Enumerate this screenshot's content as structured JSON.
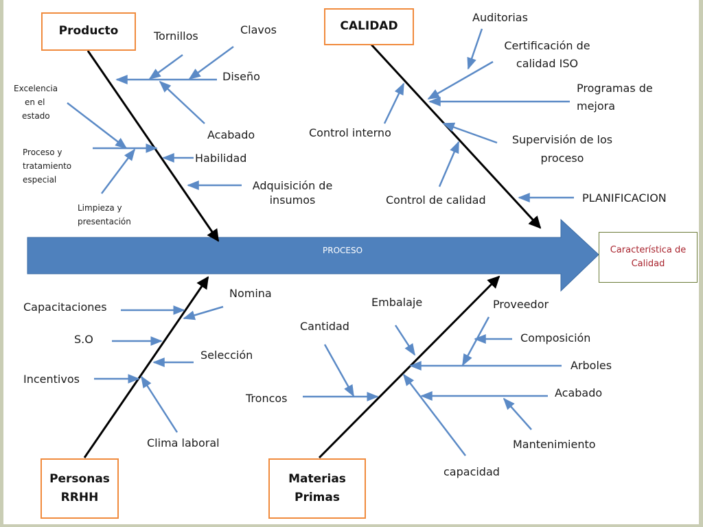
{
  "spine_label": "PROCESO",
  "effect": [
    "Característica de",
    "Calidad"
  ],
  "categories": {
    "producto": [
      "Producto"
    ],
    "calidad": [
      "CALIDAD"
    ],
    "personas": [
      "Personas",
      "RRHH"
    ],
    "materias": [
      "Materias",
      "Primas"
    ]
  },
  "causes": {
    "tornillos": [
      "Tornillos"
    ],
    "clavos": [
      "Clavos"
    ],
    "diseno": [
      "Diseño"
    ],
    "acabado_producto": [
      "Acabado"
    ],
    "habilidad": [
      "Habilidad"
    ],
    "adquisicion": [
      "Adquisición de",
      "insumos"
    ],
    "excelencia": [
      "Excelencia",
      "en el",
      "estado"
    ],
    "proceso_tratamiento": [
      "Proceso y",
      "tratamiento",
      "especial"
    ],
    "limpieza": [
      "Limpieza y",
      "presentación"
    ],
    "auditorias": [
      "Auditorias"
    ],
    "certificacion": [
      "Certificación de",
      "calidad ISO"
    ],
    "programas": [
      "Programas de",
      "mejora"
    ],
    "control_interno": [
      "Control interno"
    ],
    "supervision": [
      "Supervisión de los",
      "proceso"
    ],
    "control_calidad": [
      "Control de calidad"
    ],
    "planificacion": [
      "PLANIFICACION"
    ],
    "capacitaciones": [
      "Capacitaciones"
    ],
    "nomina": [
      "Nomina"
    ],
    "so": [
      "S.O"
    ],
    "seleccion": [
      "Selección"
    ],
    "incentivos": [
      "Incentivos"
    ],
    "clima": [
      "Clima laboral"
    ],
    "embalaje": [
      "Embalaje"
    ],
    "proveedor": [
      "Proveedor"
    ],
    "cantidad": [
      "Cantidad"
    ],
    "composicion": [
      "Composición"
    ],
    "arboles": [
      "Arboles"
    ],
    "troncos": [
      "Troncos"
    ],
    "acabado_materias": [
      "Acabado"
    ],
    "mantenimiento": [
      "Mantenimiento"
    ],
    "capacidad": [
      "capacidad"
    ]
  },
  "colors": {
    "spine": "#4f81bd",
    "bone": "#000000",
    "arrow": "#5b8ac6",
    "category_border": "#f08a3c",
    "effect_border": "#6a7a36",
    "effect_text": "#a8222c",
    "frame": "#c9cdb4"
  }
}
